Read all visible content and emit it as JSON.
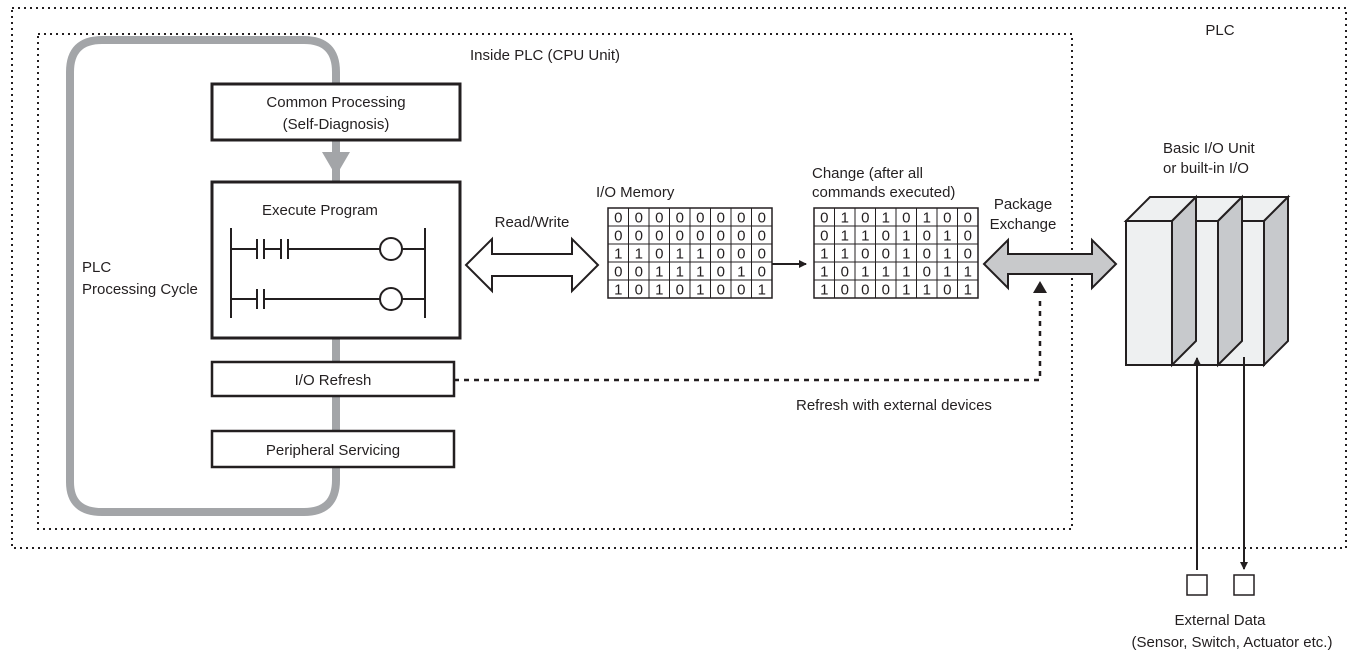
{
  "labels": {
    "plc": "PLC",
    "inside_plc": "Inside PLC (CPU Unit)",
    "common_processing_line1": "Common Processing",
    "common_processing_line2": "(Self-Diagnosis)",
    "execute_program": "Execute Program",
    "io_refresh": "I/O Refresh",
    "peripheral_servicing": "Peripheral Servicing",
    "cycle_line1": "PLC",
    "cycle_line2": "Processing Cycle",
    "read_write": "Read/Write",
    "io_memory": "I/O Memory",
    "change_line1": "Change (after all",
    "change_line2": "commands executed)",
    "package_line1": "Package",
    "package_line2": "Exchange",
    "refresh_external": "Refresh with external devices",
    "basic_io_line1": "Basic I/O Unit",
    "basic_io_line2": "or built-in I/O",
    "external_line1": "External Data",
    "external_line2": "(Sensor, Switch, Actuator etc.)"
  },
  "io_memory_bits": [
    [
      "0",
      "0",
      "0",
      "0",
      "0",
      "0",
      "0",
      "0"
    ],
    [
      "0",
      "0",
      "0",
      "0",
      "0",
      "0",
      "0",
      "0"
    ],
    [
      "1",
      "1",
      "0",
      "1",
      "1",
      "0",
      "0",
      "0"
    ],
    [
      "0",
      "0",
      "1",
      "1",
      "1",
      "0",
      "1",
      "0"
    ],
    [
      "1",
      "0",
      "1",
      "0",
      "1",
      "0",
      "0",
      "1"
    ]
  ],
  "changed_bits": [
    [
      "0",
      "1",
      "0",
      "1",
      "0",
      "1",
      "0",
      "0"
    ],
    [
      "0",
      "1",
      "1",
      "0",
      "1",
      "0",
      "1",
      "0"
    ],
    [
      "1",
      "1",
      "0",
      "0",
      "1",
      "0",
      "1",
      "0"
    ],
    [
      "1",
      "0",
      "1",
      "1",
      "1",
      "0",
      "1",
      "1"
    ],
    [
      "1",
      "0",
      "0",
      "0",
      "1",
      "1",
      "0",
      "1"
    ]
  ],
  "colors": {
    "line": "#231f20",
    "cycle_gray": "#a3a5a8",
    "package_fill": "#c8c9cb",
    "unit_front": "#eef0f1",
    "unit_side": "#c7c9cc"
  }
}
